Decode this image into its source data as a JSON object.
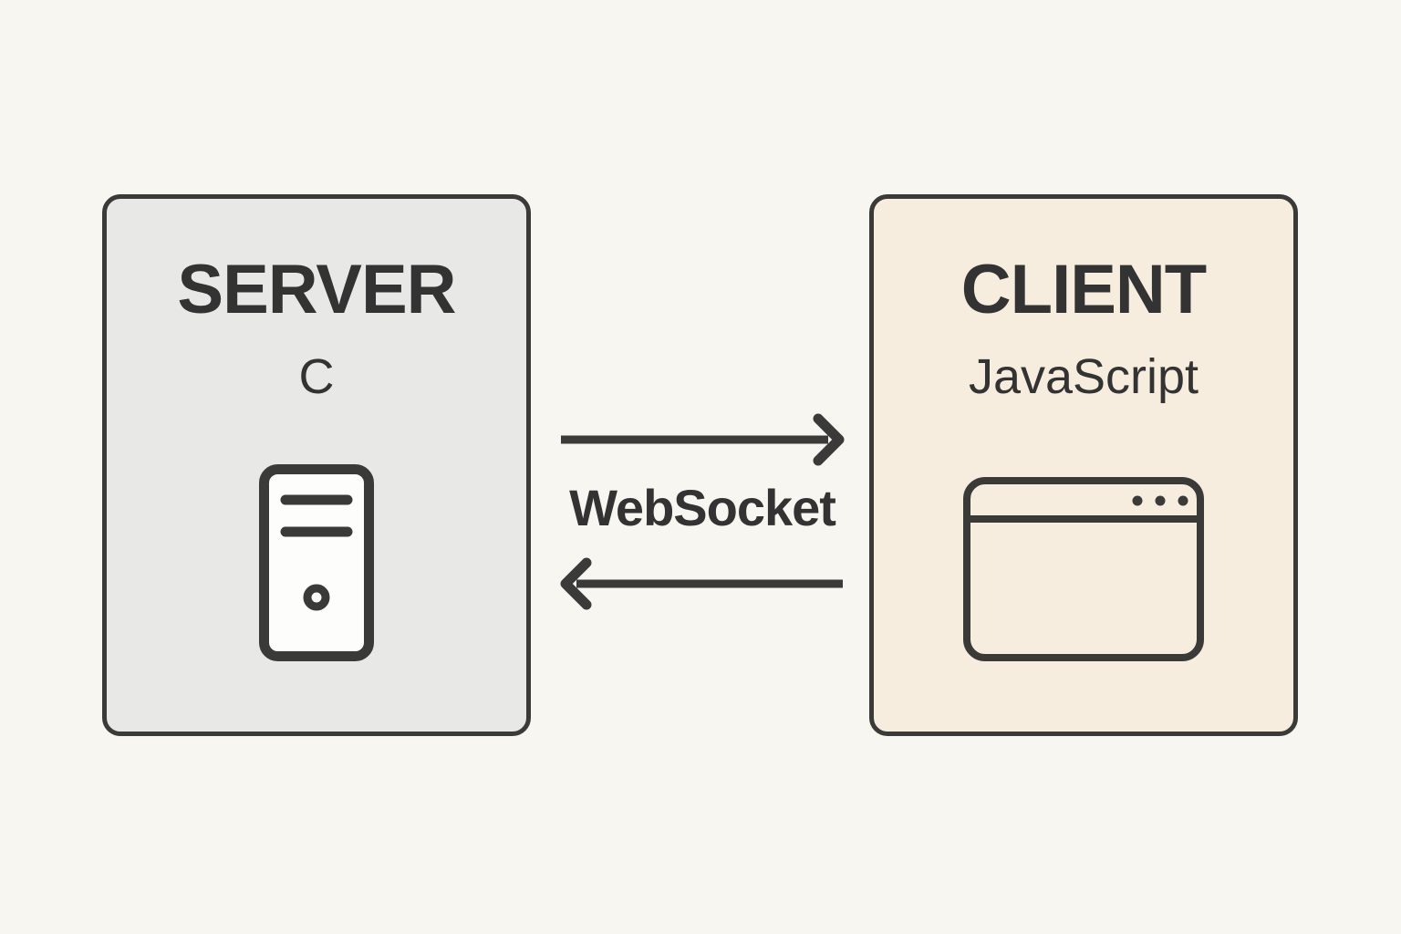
{
  "diagram": {
    "server": {
      "title": "SERVER",
      "subtitle": "C",
      "icon": "server-tower-icon"
    },
    "client": {
      "title": "CLIENT",
      "subtitle": "JavaScript",
      "icon": "browser-window-icon"
    },
    "connection": {
      "label": "WebSocket",
      "direction": "bidirectional",
      "arrows": [
        "server-to-client",
        "client-to-server"
      ]
    }
  },
  "colors": {
    "bg": "#f8f6f1",
    "server-fill": "#e8e8e6",
    "client-fill": "#f7edde",
    "stroke": "#3a3a38",
    "text": "#333333",
    "icon-fill": "#fdfdfc"
  }
}
